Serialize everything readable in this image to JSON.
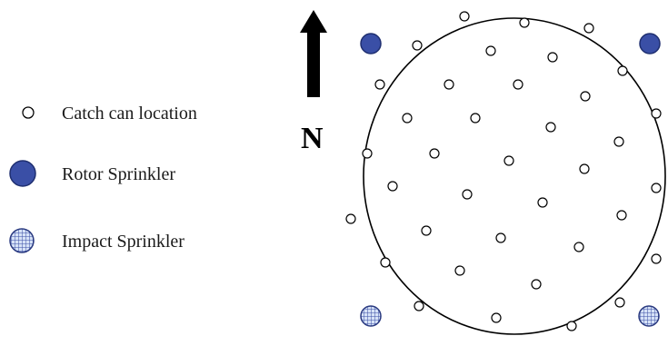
{
  "legend": {
    "catch_can": "Catch can location",
    "rotor": "Rotor Sprinkler",
    "impact": "Impact Sprinkler"
  },
  "north_label": "N",
  "colors": {
    "rotor_fill": "#3a4fa6",
    "rotor_stroke": "#1f2f70",
    "impact_fill": "#d6e2f7",
    "impact_grid": "#3a4fa6",
    "line": "#000000",
    "text": "#1a1a1a"
  },
  "icons": {
    "catch_can": "open-circle",
    "rotor": "filled-blue-circle",
    "impact": "hatched-grid-circle",
    "north": "up-arrow"
  }
}
